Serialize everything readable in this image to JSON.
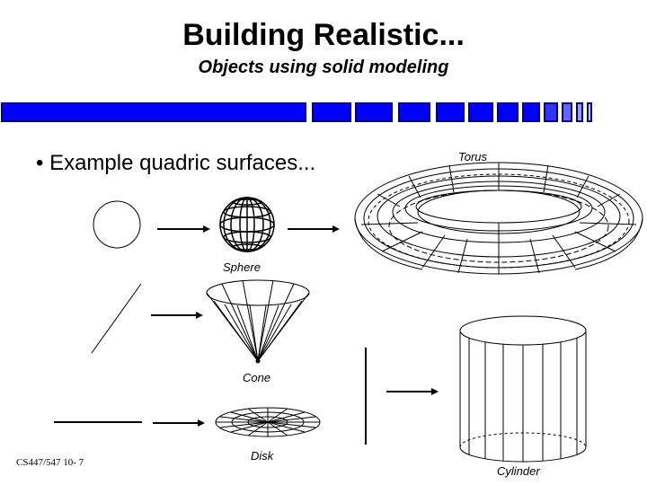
{
  "slide": {
    "title": "Building Realistic...",
    "subtitle": "Objects using solid modeling",
    "bullet": "• Example quadric surfaces...",
    "labels": {
      "torus": "Torus",
      "sphere": "Sphere",
      "cone": "Cone",
      "disk": "Disk",
      "cylinder": "Cylinder"
    },
    "footer": "CS447/547 10- 7"
  },
  "colors": {
    "bar_blue": "#0000ff",
    "bar_dark": "#000080",
    "line": "#000000"
  }
}
